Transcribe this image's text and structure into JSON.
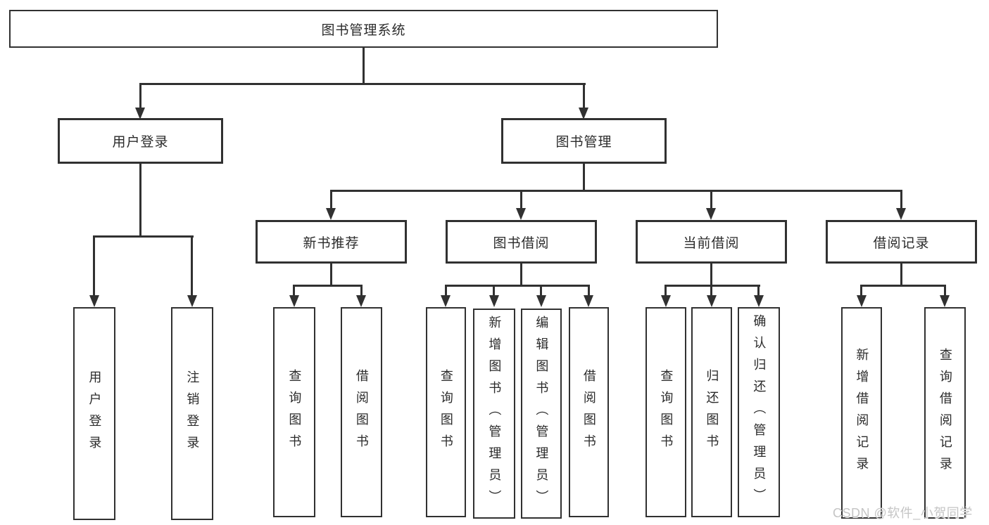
{
  "diagram": {
    "title": "图书管理系统",
    "level2": [
      {
        "label": "用户登录"
      },
      {
        "label": "图书管理"
      }
    ],
    "level3": [
      {
        "label": "新书推荐",
        "parent": "图书管理"
      },
      {
        "label": "图书借阅",
        "parent": "图书管理"
      },
      {
        "label": "当前借阅",
        "parent": "图书管理"
      },
      {
        "label": "借阅记录",
        "parent": "图书管理"
      }
    ],
    "leaves": [
      {
        "label": "用户登录",
        "parent": "用户登录"
      },
      {
        "label": "注销登录",
        "parent": "用户登录"
      },
      {
        "label": "查询图书",
        "parent": "新书推荐"
      },
      {
        "label": "借阅图书",
        "parent": "新书推荐"
      },
      {
        "label": "查询图书",
        "parent": "图书借阅"
      },
      {
        "label": "新增图书（管理员）",
        "parent": "图书借阅"
      },
      {
        "label": "编辑图书（管理员）",
        "parent": "图书借阅"
      },
      {
        "label": "借阅图书",
        "parent": "图书借阅"
      },
      {
        "label": "查询图书",
        "parent": "当前借阅"
      },
      {
        "label": "归还图书",
        "parent": "当前借阅"
      },
      {
        "label": "确认归还（管理员）",
        "parent": "当前借阅"
      },
      {
        "label": "新增借阅记录",
        "parent": "借阅记录"
      },
      {
        "label": "查询借阅记录",
        "parent": "借阅记录"
      }
    ]
  },
  "watermark": "CSDN @软件_小贺同学",
  "colors": {
    "line": "#313131",
    "text": "#2b2b2b",
    "watermark": "#c5c5c5",
    "background": "#ffffff"
  }
}
